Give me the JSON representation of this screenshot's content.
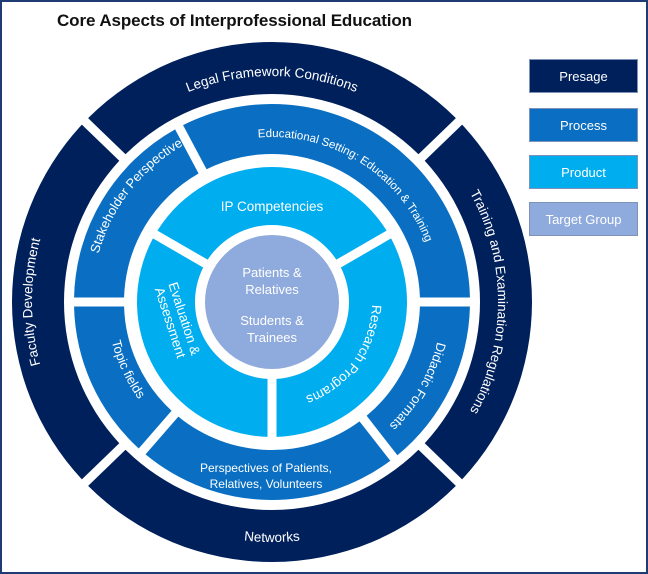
{
  "title": "Core Aspects of Interprofessional Education",
  "colors": {
    "presage": "#00205b",
    "process": "#0a6fc2",
    "product": "#00adef",
    "target_group": "#8faadc",
    "gap": "#ffffff",
    "frame": "#1f3b73"
  },
  "legend": [
    {
      "label": "Presage",
      "color": "#00205b"
    },
    {
      "label": "Process",
      "color": "#0a6fc2"
    },
    {
      "label": "Product",
      "color": "#00adef"
    },
    {
      "label": "Target Group",
      "color": "#8faadc"
    }
  ],
  "rings": {
    "presage": {
      "category": "Presage",
      "segments": [
        {
          "label": "Legal Framework Conditions",
          "position": "top"
        },
        {
          "label": "Training and Examination Regulations",
          "position": "right"
        },
        {
          "label": "Networks",
          "position": "bottom"
        },
        {
          "label": "Faculty Development",
          "position": "left"
        }
      ]
    },
    "process": {
      "category": "Process",
      "segments": [
        {
          "label": "Educational Setting: Education & Training",
          "position": "top-right"
        },
        {
          "label": "Didactic Formats",
          "position": "right"
        },
        {
          "label": "Perspectives of Patients,",
          "label2": "Relatives, Volunteers",
          "position": "bottom"
        },
        {
          "label": "Topic fields",
          "position": "left"
        },
        {
          "label": "Stakeholder Perspective",
          "position": "top-left"
        }
      ]
    },
    "product": {
      "category": "Product",
      "segments": [
        {
          "label": "IP Competencies",
          "position": "top"
        },
        {
          "label": "Research Programs",
          "position": "right"
        },
        {
          "label": "Evaluation &",
          "label2": "Assessment",
          "position": "left"
        }
      ]
    },
    "target_group": {
      "category": "Target Group",
      "lines": [
        "Patients &",
        "Relatives",
        "Students &",
        "Trainees"
      ]
    }
  }
}
